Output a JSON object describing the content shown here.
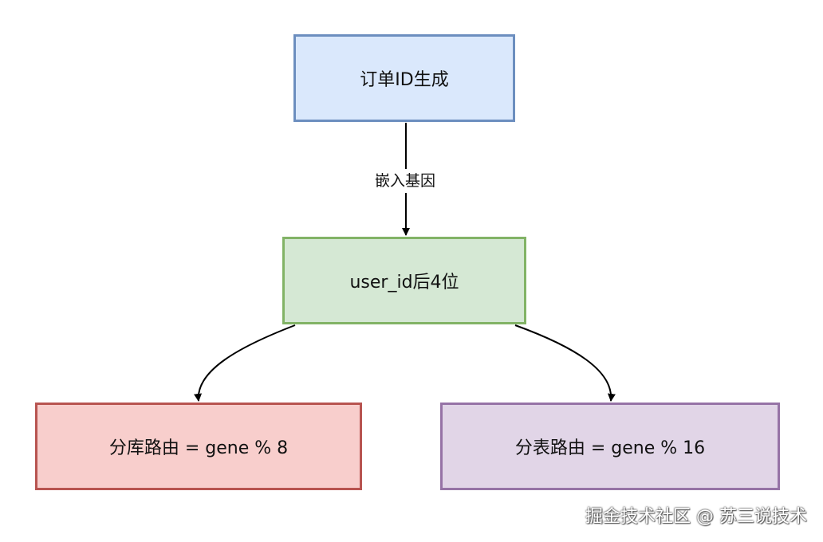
{
  "nodes": {
    "order_id": "订单ID生成",
    "user_id": "user_id后4位",
    "db_routing": "分库路由 = gene % 8",
    "table_routing": "分表路由 = gene % 16"
  },
  "edges": {
    "embed_label": "嵌入基因"
  },
  "colors": {
    "order_fill": "#dae8fc",
    "order_stroke": "#6c8ebf",
    "user_fill": "#d5e8d4",
    "user_stroke": "#82b366",
    "db_fill": "#f8cecc",
    "db_stroke": "#b85450",
    "table_fill": "#e1d5e7",
    "table_stroke": "#9673a6"
  },
  "watermark": "掘金技术社区 @ 苏三说技术"
}
